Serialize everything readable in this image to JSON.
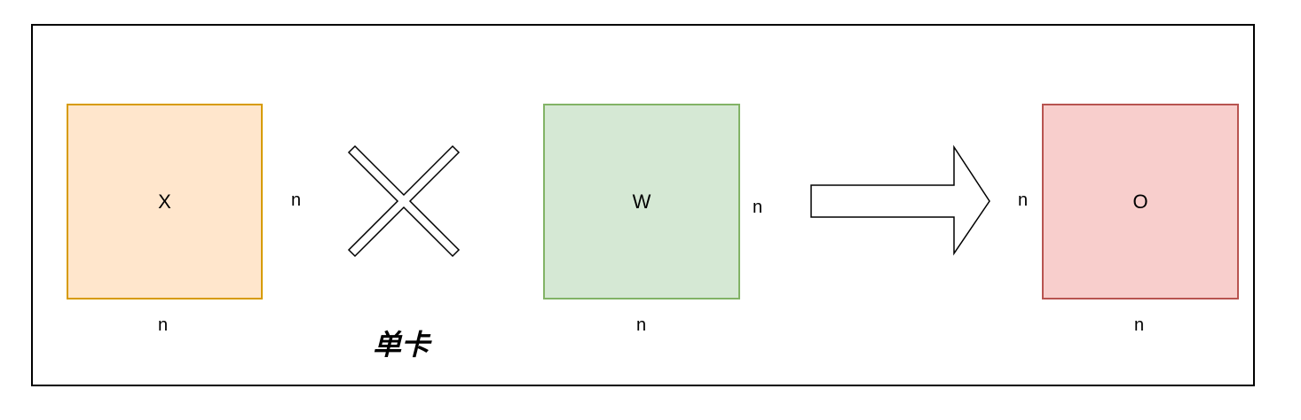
{
  "colors": {
    "frame": "#000000",
    "x_fill": "#ffe6cc",
    "x_stroke": "#d79b00",
    "w_fill": "#d5e8d4",
    "w_stroke": "#82b366",
    "o_fill": "#f8cecc",
    "o_stroke": "#b85450"
  },
  "matrices": {
    "x": {
      "label": "X",
      "side_dim": "n",
      "bottom_dim": "n"
    },
    "w": {
      "label": "W",
      "side_dim": "n",
      "bottom_dim": "n"
    },
    "o": {
      "label": "O",
      "side_dim": "n",
      "bottom_dim": "n"
    }
  },
  "operators": {
    "multiply_icon": "multiply-cross-icon",
    "arrow_icon": "right-arrow-icon"
  },
  "caption": "单卡"
}
